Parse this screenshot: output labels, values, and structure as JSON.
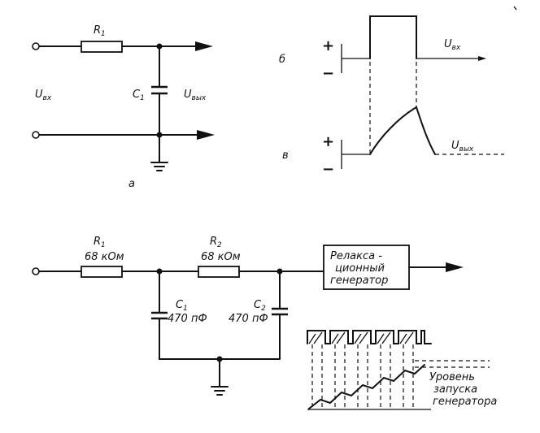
{
  "figure_a": {
    "r1": "R",
    "r1_sub": "1",
    "c1": "C",
    "c1_sub": "1",
    "u_in": "U",
    "u_in_sub": "вх",
    "u_out": "U",
    "u_out_sub": "вых",
    "caption": "а"
  },
  "figure_b": {
    "letter": "б",
    "plus": "+",
    "minus": "−",
    "signal": "U",
    "signal_sub": "вх"
  },
  "figure_v": {
    "letter": "в",
    "plus": "+",
    "minus": "−",
    "signal": "U",
    "signal_sub": "вых"
  },
  "bottom": {
    "r1": "R",
    "r1_sub": "1",
    "r1_value": "68 кОм",
    "r2": "R",
    "r2_sub": "2",
    "r2_value": "68 кОм",
    "c1": "C",
    "c1_sub": "1",
    "c1_value": "470 пФ",
    "c2": "C",
    "c2_sub": "2",
    "c2_value": "470 пФ",
    "generator_lines": [
      "Релакса -",
      "ционный",
      "генератор"
    ],
    "level_lines": [
      "Уровень",
      "запуска",
      "генератора"
    ]
  }
}
